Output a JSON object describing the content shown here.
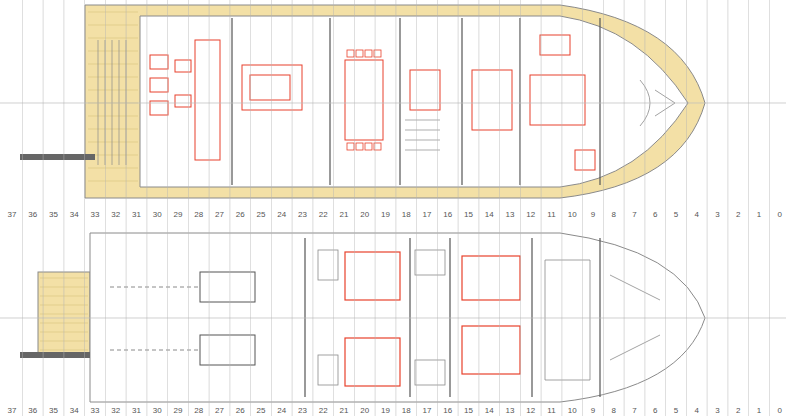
{
  "diagram": {
    "labels": [
      "37",
      "36",
      "35",
      "34",
      "33",
      "32",
      "31",
      "30",
      "29",
      "28",
      "27",
      "26",
      "25",
      "24",
      "23",
      "22",
      "21",
      "20",
      "19",
      "18",
      "17",
      "16",
      "15",
      "14",
      "13",
      "12",
      "11",
      "10",
      "9",
      "8",
      "7",
      "6",
      "5",
      "4",
      "3",
      "2",
      "1",
      "0",
      "37",
      "36",
      "35",
      "34",
      "33",
      "32",
      "31",
      "30",
      "29",
      "28",
      "27",
      "26",
      "25",
      "24",
      "23",
      "22",
      "21",
      "20",
      "19",
      "18",
      "17",
      "16",
      "15",
      "14",
      "13",
      "12",
      "11",
      "10",
      "9",
      "8",
      "7",
      "6",
      "5",
      "4",
      "3",
      "2",
      "1",
      "0"
    ]
  }
}
